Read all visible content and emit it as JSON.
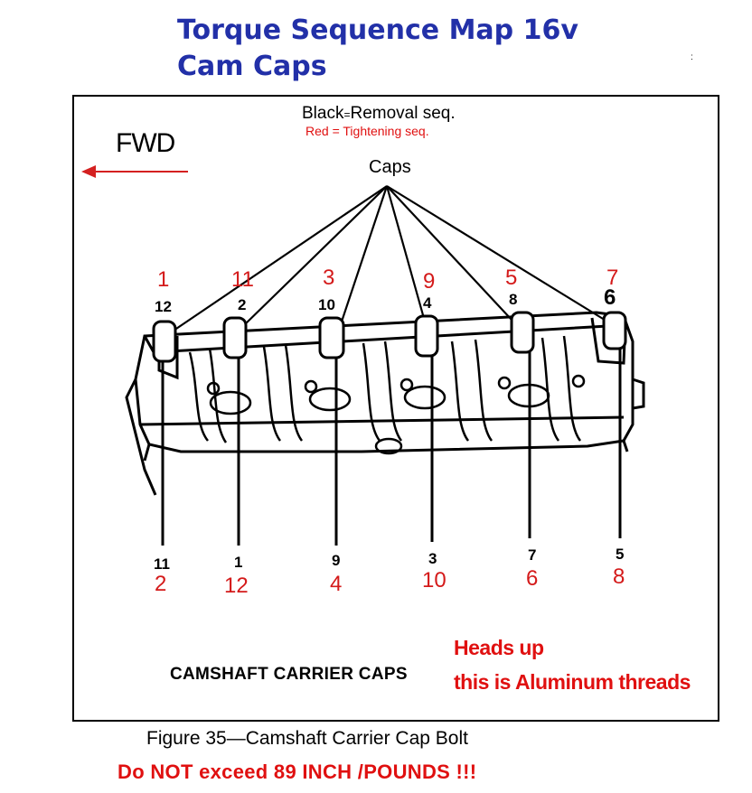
{
  "title": {
    "line1": "Torque Sequence Map  16v",
    "line2": "Cam Caps"
  },
  "legend": {
    "black_word": "Black",
    "black_eq": "=",
    "black_desc": "Removal seq.",
    "red_desc": "Red = Tightening seq."
  },
  "fwd_label": "FWD",
  "caps_label": "Caps",
  "top_bolts": [
    {
      "black": "12",
      "red": "1"
    },
    {
      "black": "2",
      "red": "11"
    },
    {
      "black": "10",
      "red": "3"
    },
    {
      "black": "4",
      "red": "9"
    },
    {
      "black": "8",
      "red": "5"
    },
    {
      "black": "6",
      "red": "7"
    }
  ],
  "bottom_bolts": [
    {
      "black": "11",
      "red": "2"
    },
    {
      "black": "1",
      "red": "12"
    },
    {
      "black": "9",
      "red": "4"
    },
    {
      "black": "3",
      "red": "10"
    },
    {
      "black": "7",
      "red": "6"
    },
    {
      "black": "5",
      "red": "8"
    }
  ],
  "carrier_label": "CAMSHAFT CARRIER CAPS",
  "warning": {
    "line1": "Heads up",
    "line2": "this is Aluminum threads"
  },
  "figure_caption": "Figure 35—Camshaft Carrier Cap Bolt",
  "torque_warning": "Do NOT exceed 89 INCH /POUNDS !!!",
  "stray_mark": ":",
  "colors": {
    "title": "#2230a8",
    "tightening": "#d41a1a",
    "removal": "#000000",
    "arrow": "#d42020"
  }
}
